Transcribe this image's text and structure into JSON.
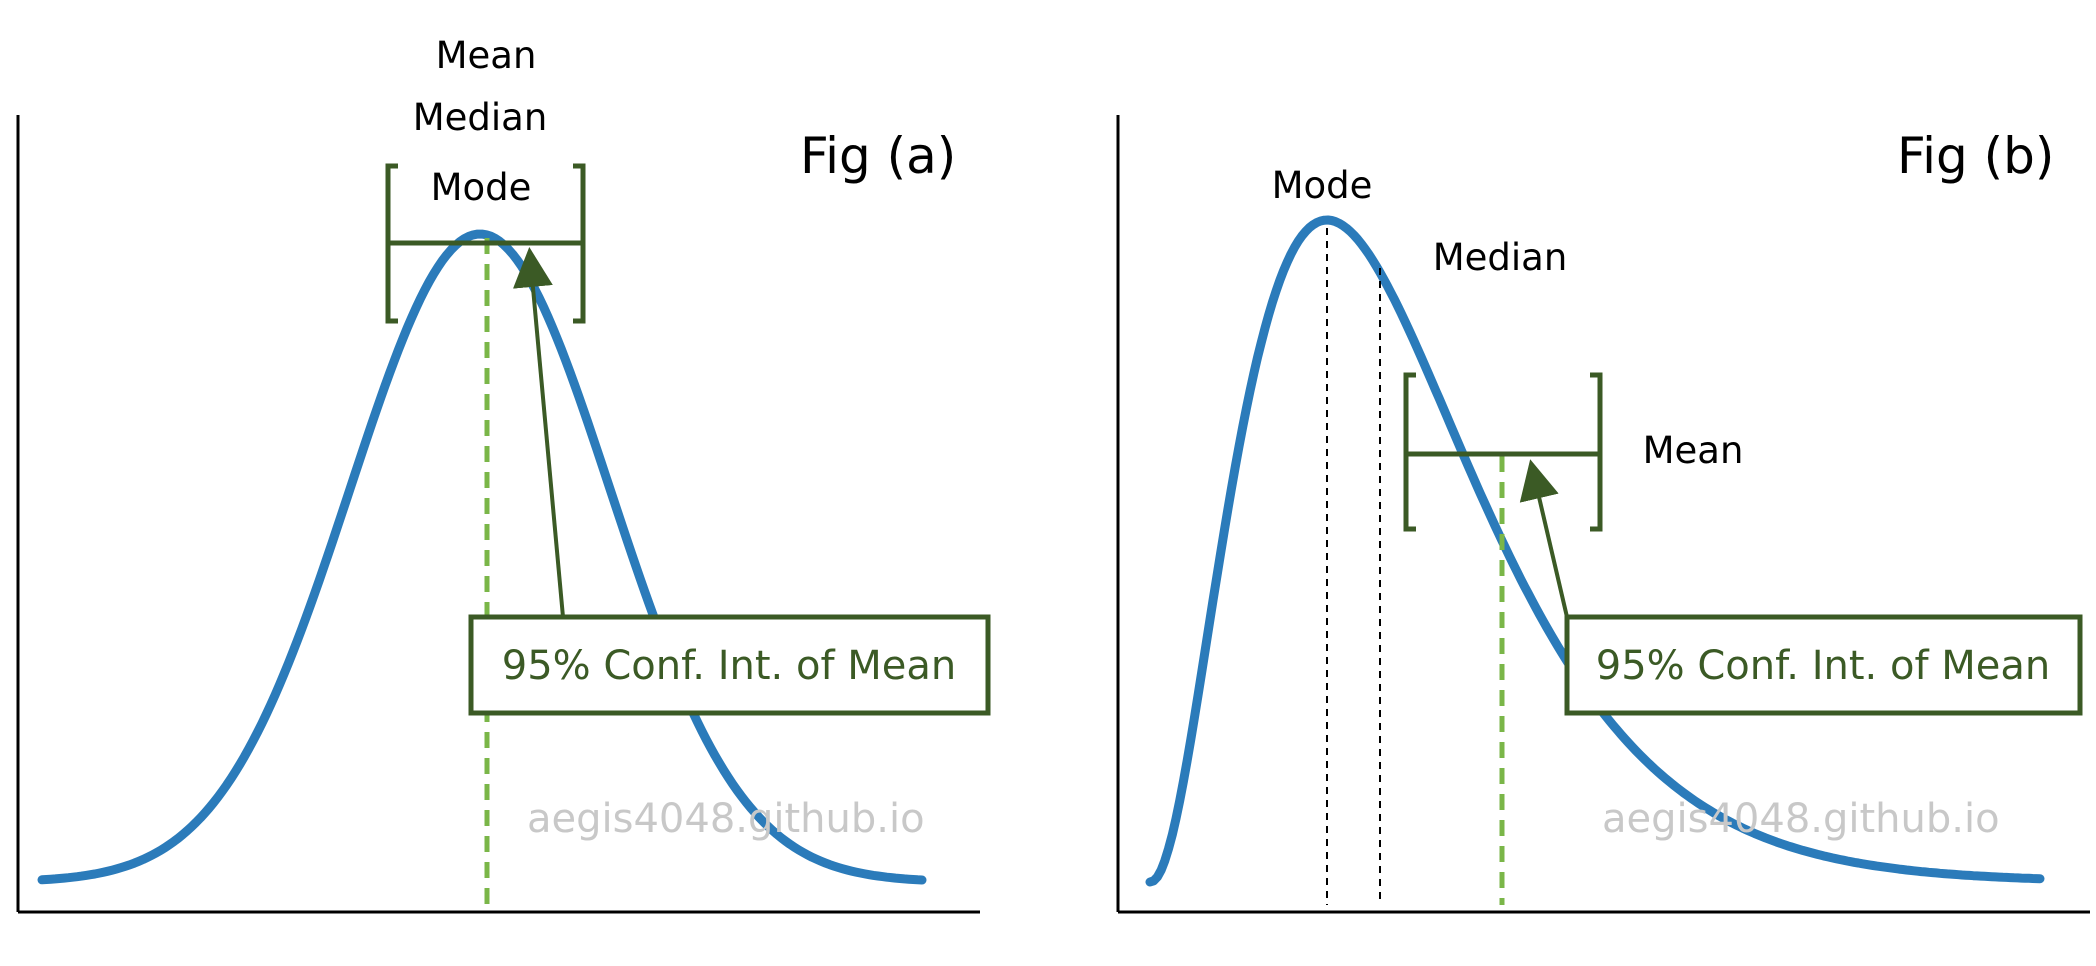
{
  "colors": {
    "curve": "#2b7bba",
    "bracket": "#3b5a25",
    "mean_line": "#7ab648",
    "watermark": "#c8c8c8",
    "axis": "#000000"
  },
  "panel_a": {
    "title": "Fig (a)",
    "label_mean": "Mean",
    "label_median": "Median",
    "label_mode": "Mode",
    "ci_text": "95% Conf. Int. of Mean",
    "watermark": "aegis4048.github.io"
  },
  "panel_b": {
    "title": "Fig (b)",
    "label_mode": "Mode",
    "label_median": "Median",
    "label_mean": "Mean",
    "ci_text": "95% Conf. Int. of Mean",
    "watermark": "aegis4048.github.io"
  }
}
